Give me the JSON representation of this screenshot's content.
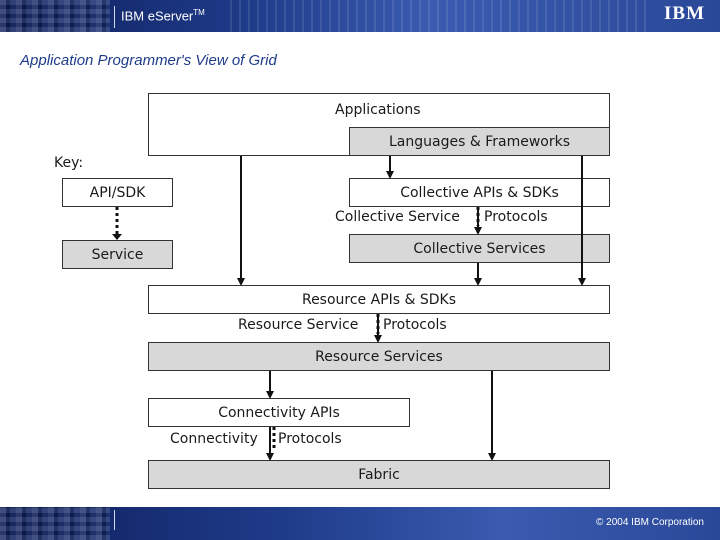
{
  "header": {
    "brand": "IBM e",
    "brand_rest": "Server",
    "brand_tm": "TM",
    "logo": "IBM"
  },
  "slide": {
    "title": "Application Programmer's View of Grid"
  },
  "diagram": {
    "applications": "Applications",
    "languages_frameworks": "Languages & Frameworks",
    "key_label": "Key:",
    "key_api": "API/SDK",
    "key_service": "Service",
    "collective_apis": "Collective APIs & SDKs",
    "collective_service": "Collective Service",
    "collective_protocols": "Protocols",
    "collective_services": "Collective Services",
    "resource_apis": "Resource APIs & SDKs",
    "resource_service": "Resource Service",
    "resource_protocols": "Protocols",
    "resource_services": "Resource Services",
    "connectivity_apis": "Connectivity APIs",
    "connectivity": "Connectivity",
    "connectivity_protocols": "Protocols",
    "fabric": "Fabric"
  },
  "footer": {
    "copyright": "© 2004 IBM Corporation"
  },
  "colors": {
    "brand_blue": "#1f3c8a",
    "service_grey": "#d8d8d8"
  }
}
